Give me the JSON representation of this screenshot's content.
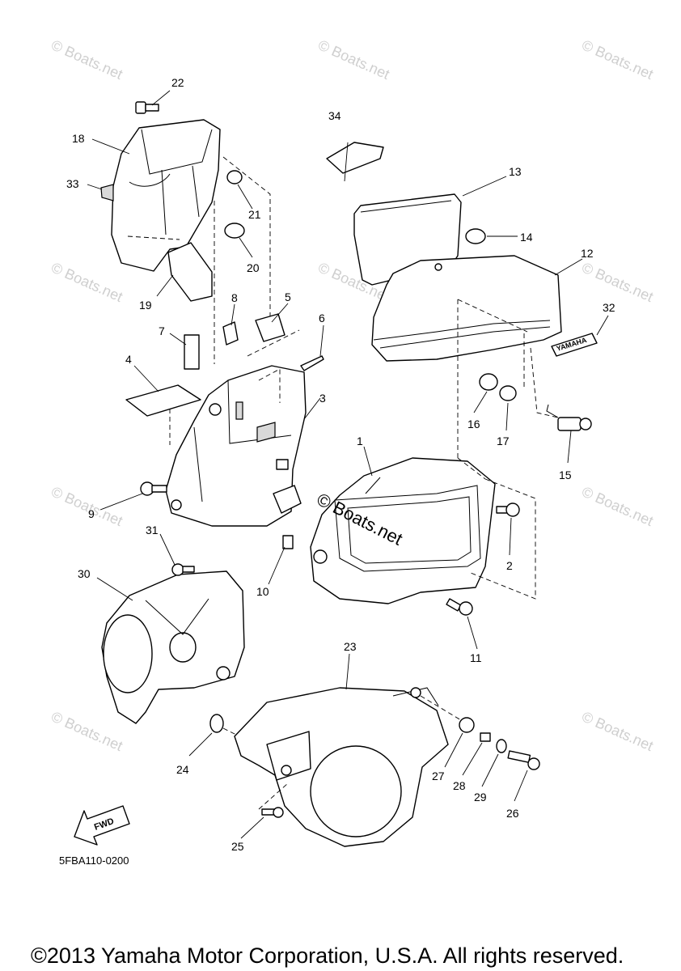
{
  "diagram": {
    "code": "5FBA110-0200",
    "copyright": "©2013 Yamaha Motor Corporation, U.S.A. All rights reserved.",
    "fwd_label": "FWD",
    "decal_text": "YAMAHA",
    "watermark_text": "© Boats.net"
  },
  "callouts": [
    "1",
    "2",
    "3",
    "4",
    "5",
    "6",
    "7",
    "8",
    "9",
    "10",
    "11",
    "12",
    "13",
    "14",
    "15",
    "16",
    "17",
    "18",
    "19",
    "20",
    "21",
    "22",
    "23",
    "24",
    "25",
    "26",
    "27",
    "28",
    "29",
    "30",
    "31",
    "32",
    "33",
    "34"
  ]
}
